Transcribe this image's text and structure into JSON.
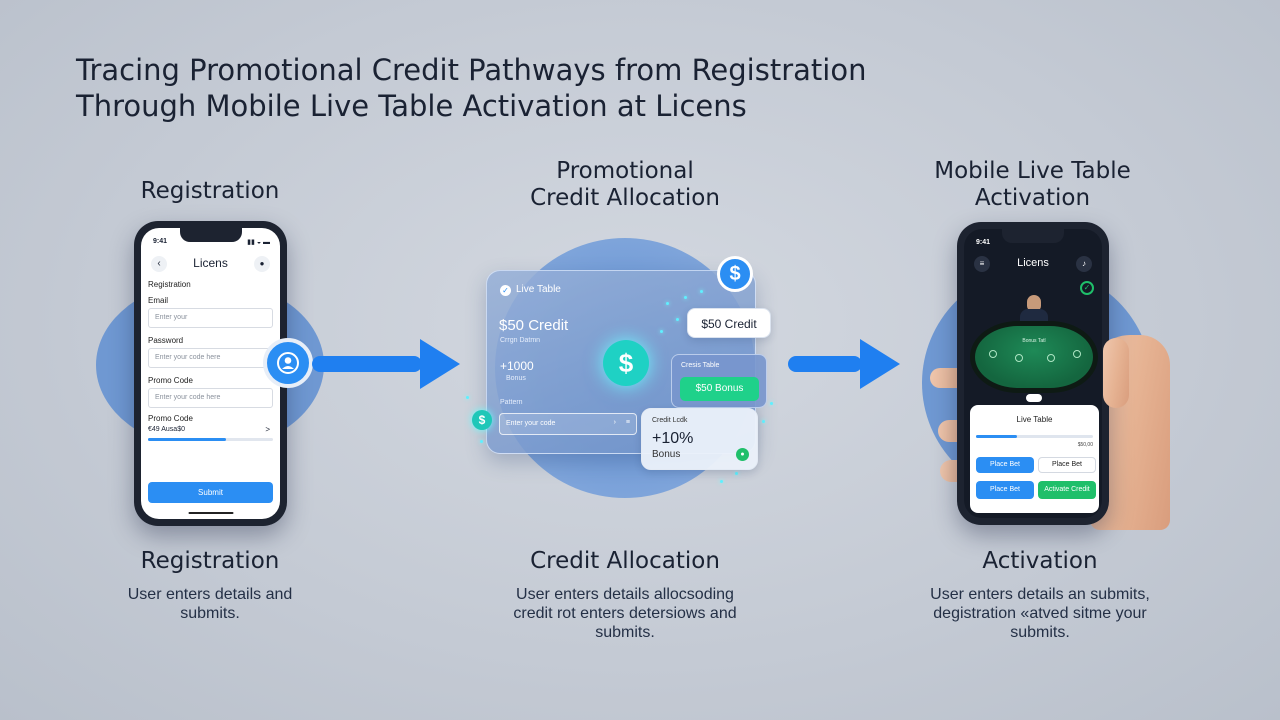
{
  "title_line1": "Tracing Promotional Credit Pathways from Registration",
  "title_line2": "Through Mobile Live Table Activation at Licens",
  "columns": {
    "left": {
      "heading": "Registration",
      "step_title": "Registration",
      "desc_line1": "User enters details and",
      "desc_line2": "submits."
    },
    "middle": {
      "heading_line1": "Promotional",
      "heading_line2": "Credit Allocation",
      "step_title": "Credit Allocation",
      "desc_line1": "User enters details allocsoding",
      "desc_line2": "credit rot enters detersiows and",
      "desc_line3": "submits."
    },
    "right": {
      "heading_line1": "Mobile Live Table",
      "heading_line2": "Activation",
      "step_title": "Activation",
      "desc_line1": "User enters details an submits,",
      "desc_line2": "degistration «atved sitme your",
      "desc_line3": "submits."
    }
  },
  "reg_phone": {
    "time": "9:41",
    "app_name": "Licens",
    "section": "Registration",
    "email_label": "Email",
    "email_placeholder": "Enter your",
    "password_label": "Password",
    "password_placeholder": "Enter your code here",
    "promo_label": "Promo Code",
    "promo_placeholder": "Enter your code here",
    "promo2_label": "Promo Code",
    "promo2_value": "€49 Ausa$0",
    "promo2_arrow": ">",
    "submit": "Submit"
  },
  "credit_card": {
    "header": "Live Table",
    "amount": "$50 Credit",
    "sub": "Crrgn Datmn",
    "plus": "+1000",
    "plus_sub": "Bonus",
    "input_label": "Pattern",
    "input_placeholder": "Enter your code",
    "chip_credit": "$50 Credit",
    "chip_table_label": "Cresis Table",
    "chip_bonus": "$50 Bonus",
    "chip_pct_label": "Credit Lcdk",
    "chip_pct": "+10%",
    "chip_pct_sub": "Bonus"
  },
  "live_phone": {
    "time": "9:41",
    "app_name": "Licens",
    "table_label": "Bonus Tatl",
    "panel_title": "Live Table",
    "progress_label": "$50,00",
    "btn_place1": "Place Bet",
    "btn_place2": "Place Bet",
    "btn_place3": "Place Bet",
    "btn_activate": "Activate Credit",
    "progress": 0.35
  },
  "colors": {
    "accent": "#2b8ef3",
    "green": "#1fbf6a",
    "halo": "#6f98d2"
  }
}
